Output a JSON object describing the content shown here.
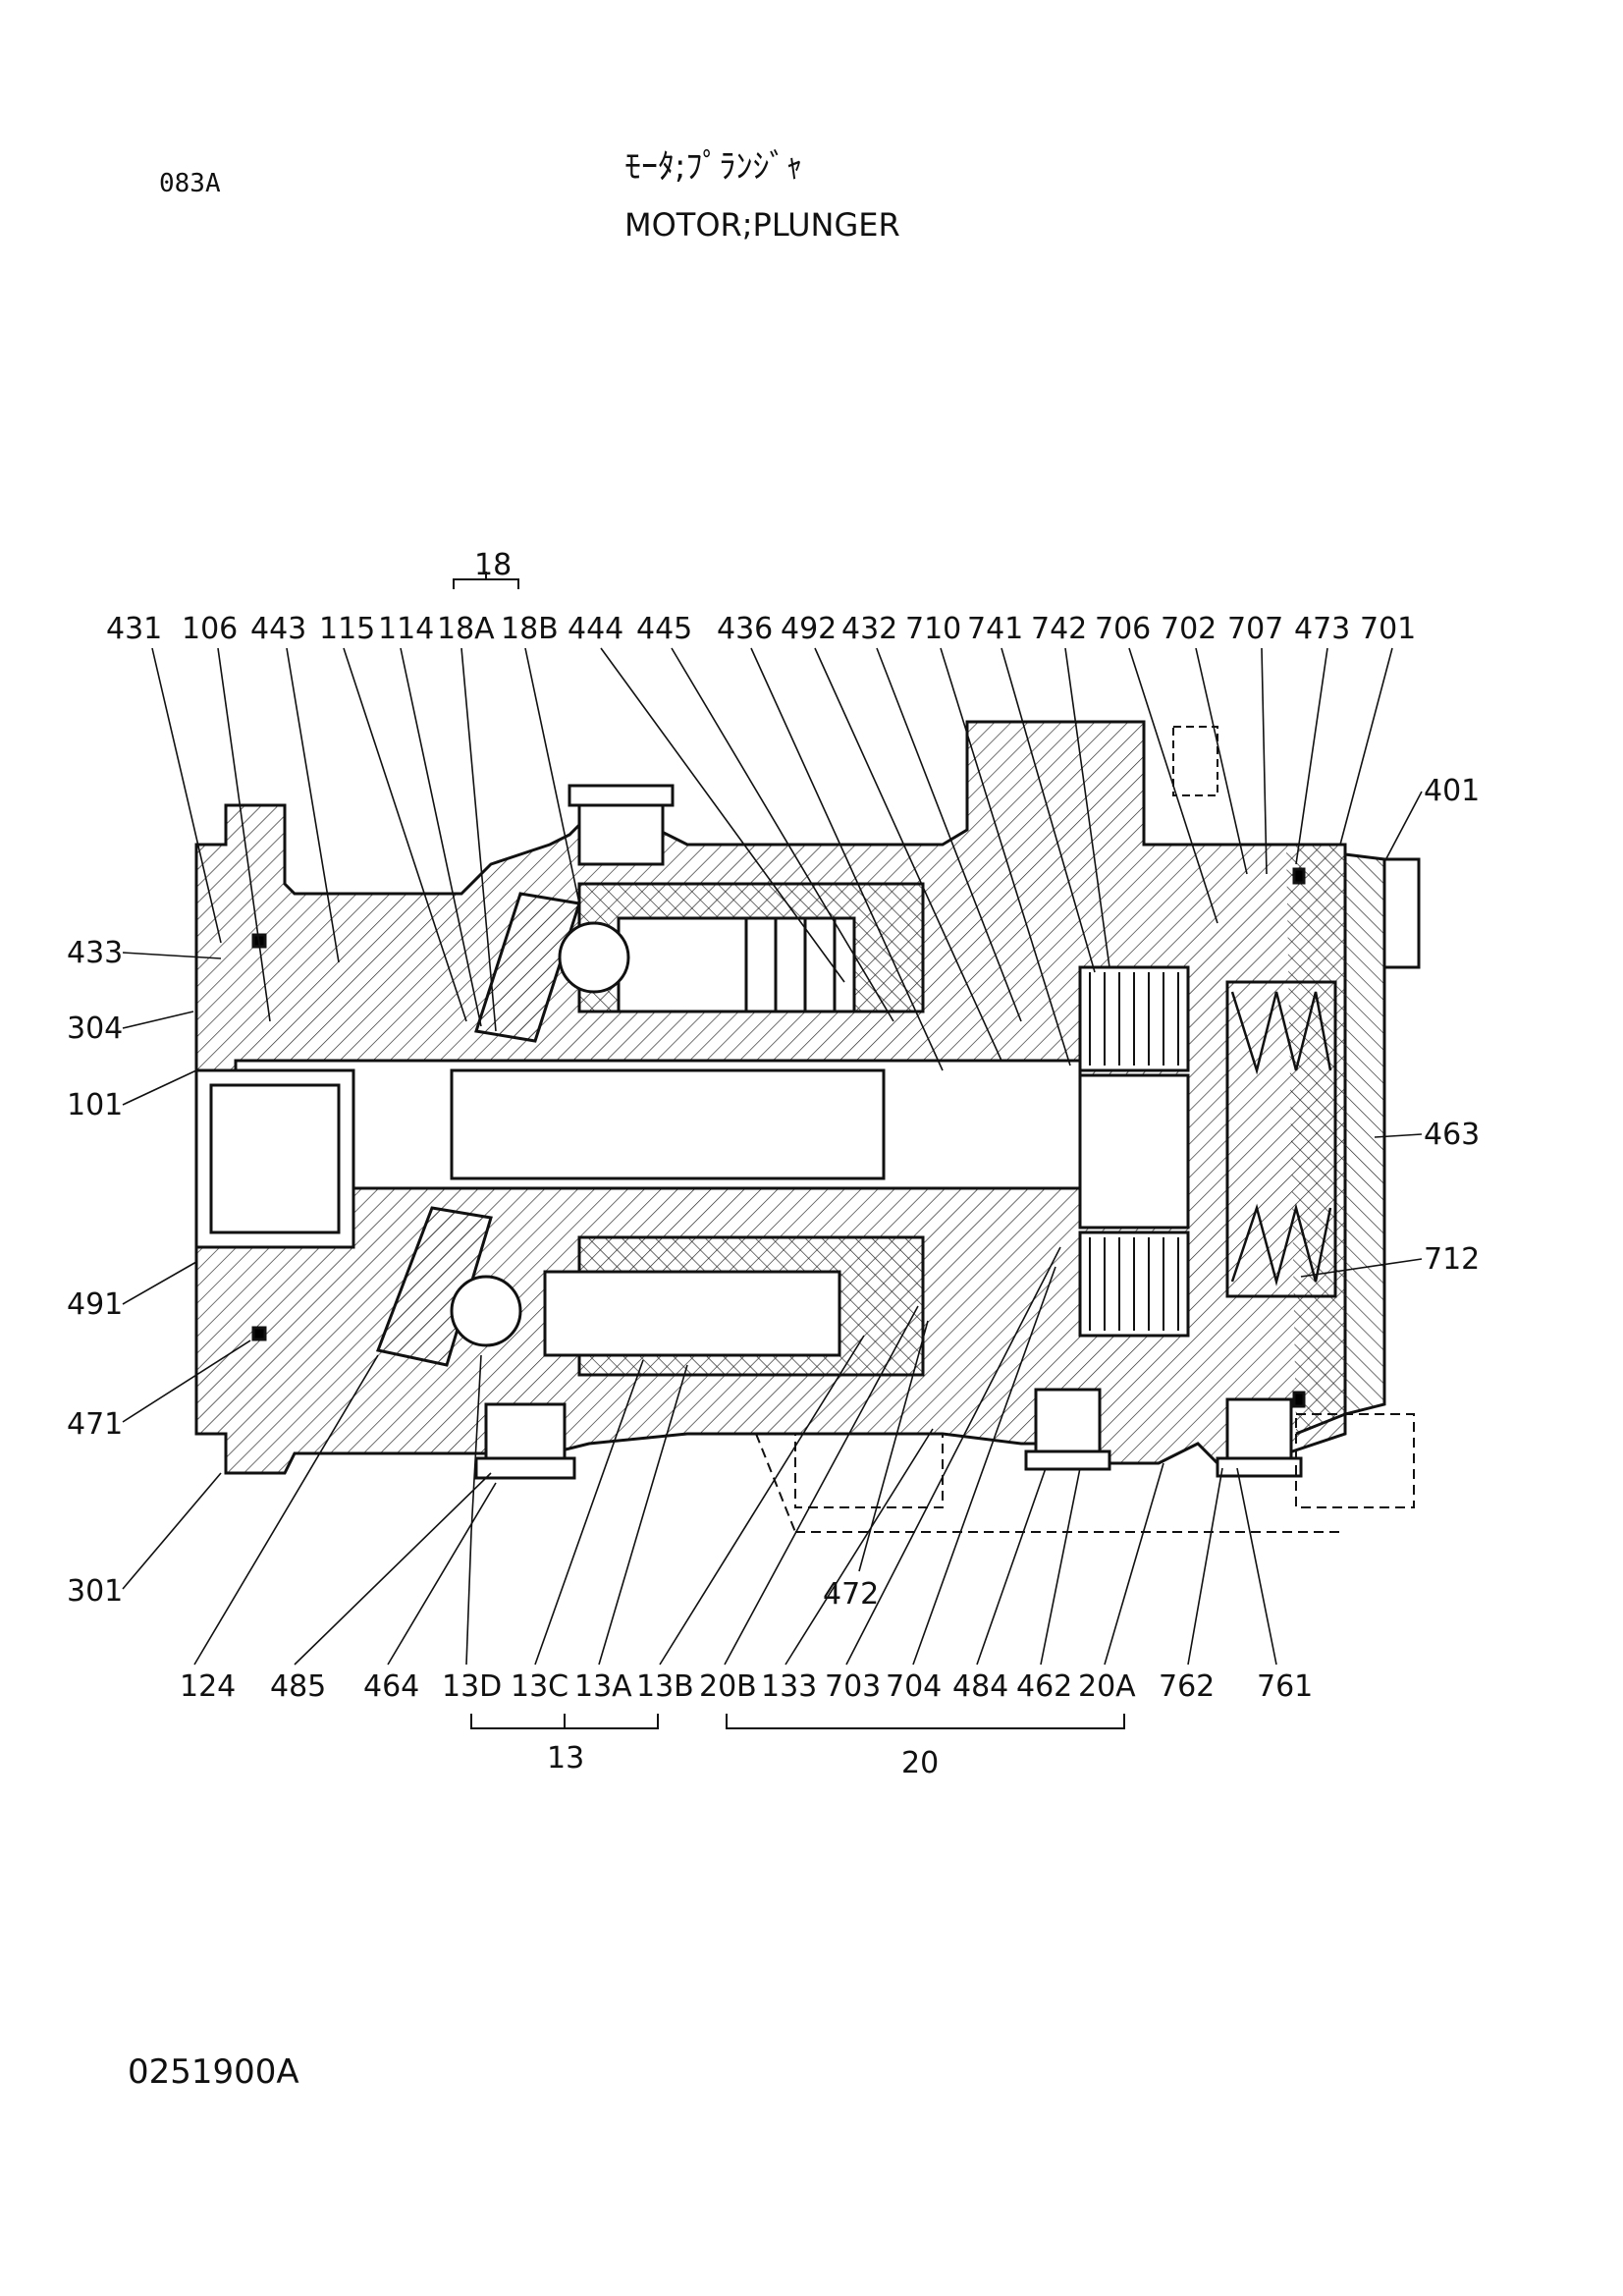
{
  "page_code": "083A",
  "title_jp": "ﾓｰﾀ;ﾌﾟﾗﾝｼﾞｬ",
  "title_en": "MOTOR;PLUNGER",
  "drawing_no": "0251900A",
  "group_labels": {
    "g18": "18",
    "g13": "13",
    "g20": "20"
  },
  "parts_top": [
    "431",
    "106",
    "443",
    "115",
    "114",
    "18A",
    "18B",
    "444",
    "445",
    "436",
    "492",
    "432",
    "710",
    "741",
    "742",
    "706",
    "702",
    "707",
    "473",
    "701"
  ],
  "parts_left": [
    "433",
    "304",
    "101",
    "491",
    "471",
    "301"
  ],
  "parts_right": [
    "401",
    "463",
    "712"
  ],
  "parts_bottom": [
    "124",
    "485",
    "464",
    "13D",
    "13C",
    "13A",
    "13B",
    "20B",
    "133",
    "703",
    "704",
    "484",
    "462",
    "20A",
    "762",
    "761"
  ],
  "part_mid": "472"
}
